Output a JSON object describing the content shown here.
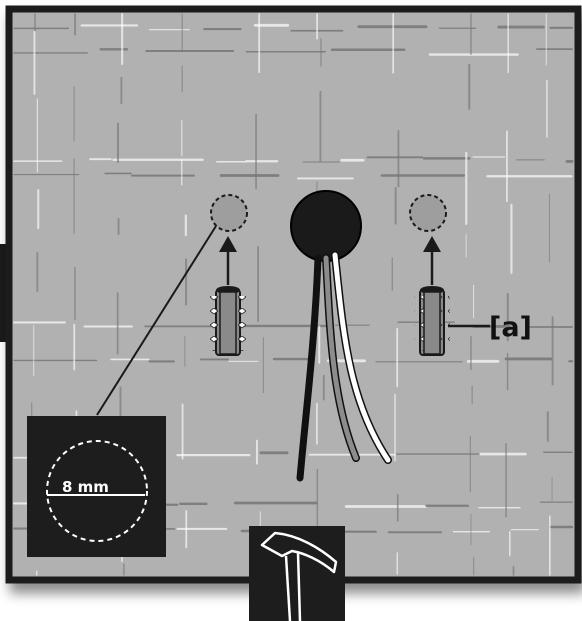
{
  "diagram": {
    "callout_label": "[a]",
    "hole_diameter_label": "8 mm",
    "colors": {
      "wall": "#b1b1b1",
      "frame": "#1a1a1a",
      "hole": "#9e9e9e",
      "box_fill": "#1d1d1d",
      "wire_black": "#1a1a1a",
      "wire_grey": "#8c8c8c",
      "wire_white": "#ffffff"
    },
    "icons": {
      "tool": "hammer-icon",
      "anchor": "wall-plug-anchor-icon",
      "cable_entry": "cable-entry-hole"
    }
  }
}
